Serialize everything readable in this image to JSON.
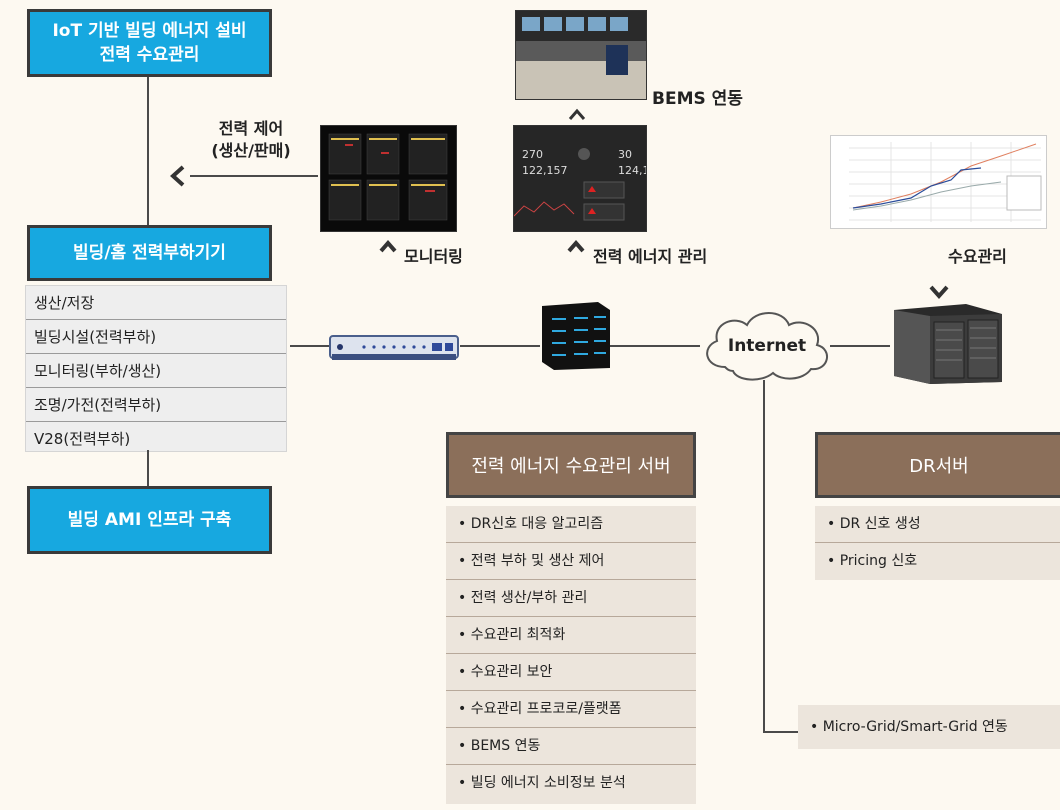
{
  "top_left_box": {
    "line1": "IoT 기반 빌딩 에너지 설비",
    "line2": "전력 수요관리"
  },
  "power_control_label": {
    "line1": "전력 제어",
    "line2": "(생산/판매)"
  },
  "building_box": {
    "title": "빌딩/홈 전력부하기기"
  },
  "building_items": [
    "생산/저장",
    "빌딩시설(전력부하)",
    "모니터링(부하/생산)",
    "조명/가전(전력부하)",
    "V28(전력부하)"
  ],
  "ami_box": {
    "title": "빌딩 AMI 인프라 구축"
  },
  "monitoring_label": "모니터링",
  "energy_mgmt_label": "전력 에너지 관리",
  "bems_label": "BEMS 연동",
  "demand_label": "수요관리",
  "internet_label": "Internet",
  "server_box": {
    "title": "전력 에너지 수요관리 서버",
    "items": [
      "• DR신호 대응 알고리즘",
      "• 전력 부하 및 생산 제어",
      "• 전력 생산/부하 관리",
      "• 수요관리 최적화",
      "• 수요관리 보안",
      "• 수요관리 프로코로/플랫폼",
      "• BEMS 연동",
      "• 빌딩 에너지 소비정보 분석"
    ]
  },
  "dr_box": {
    "title": "DR서버",
    "items": [
      "• DR 신호 생성",
      "• Pricing 신호"
    ]
  },
  "grid_label": "• Micro-Grid/Smart-Grid 연동",
  "colors": {
    "blue": "#17a8e0",
    "brown": "#8b6f5a",
    "beige": "#ece5dc",
    "background": "#fdf9f1"
  }
}
